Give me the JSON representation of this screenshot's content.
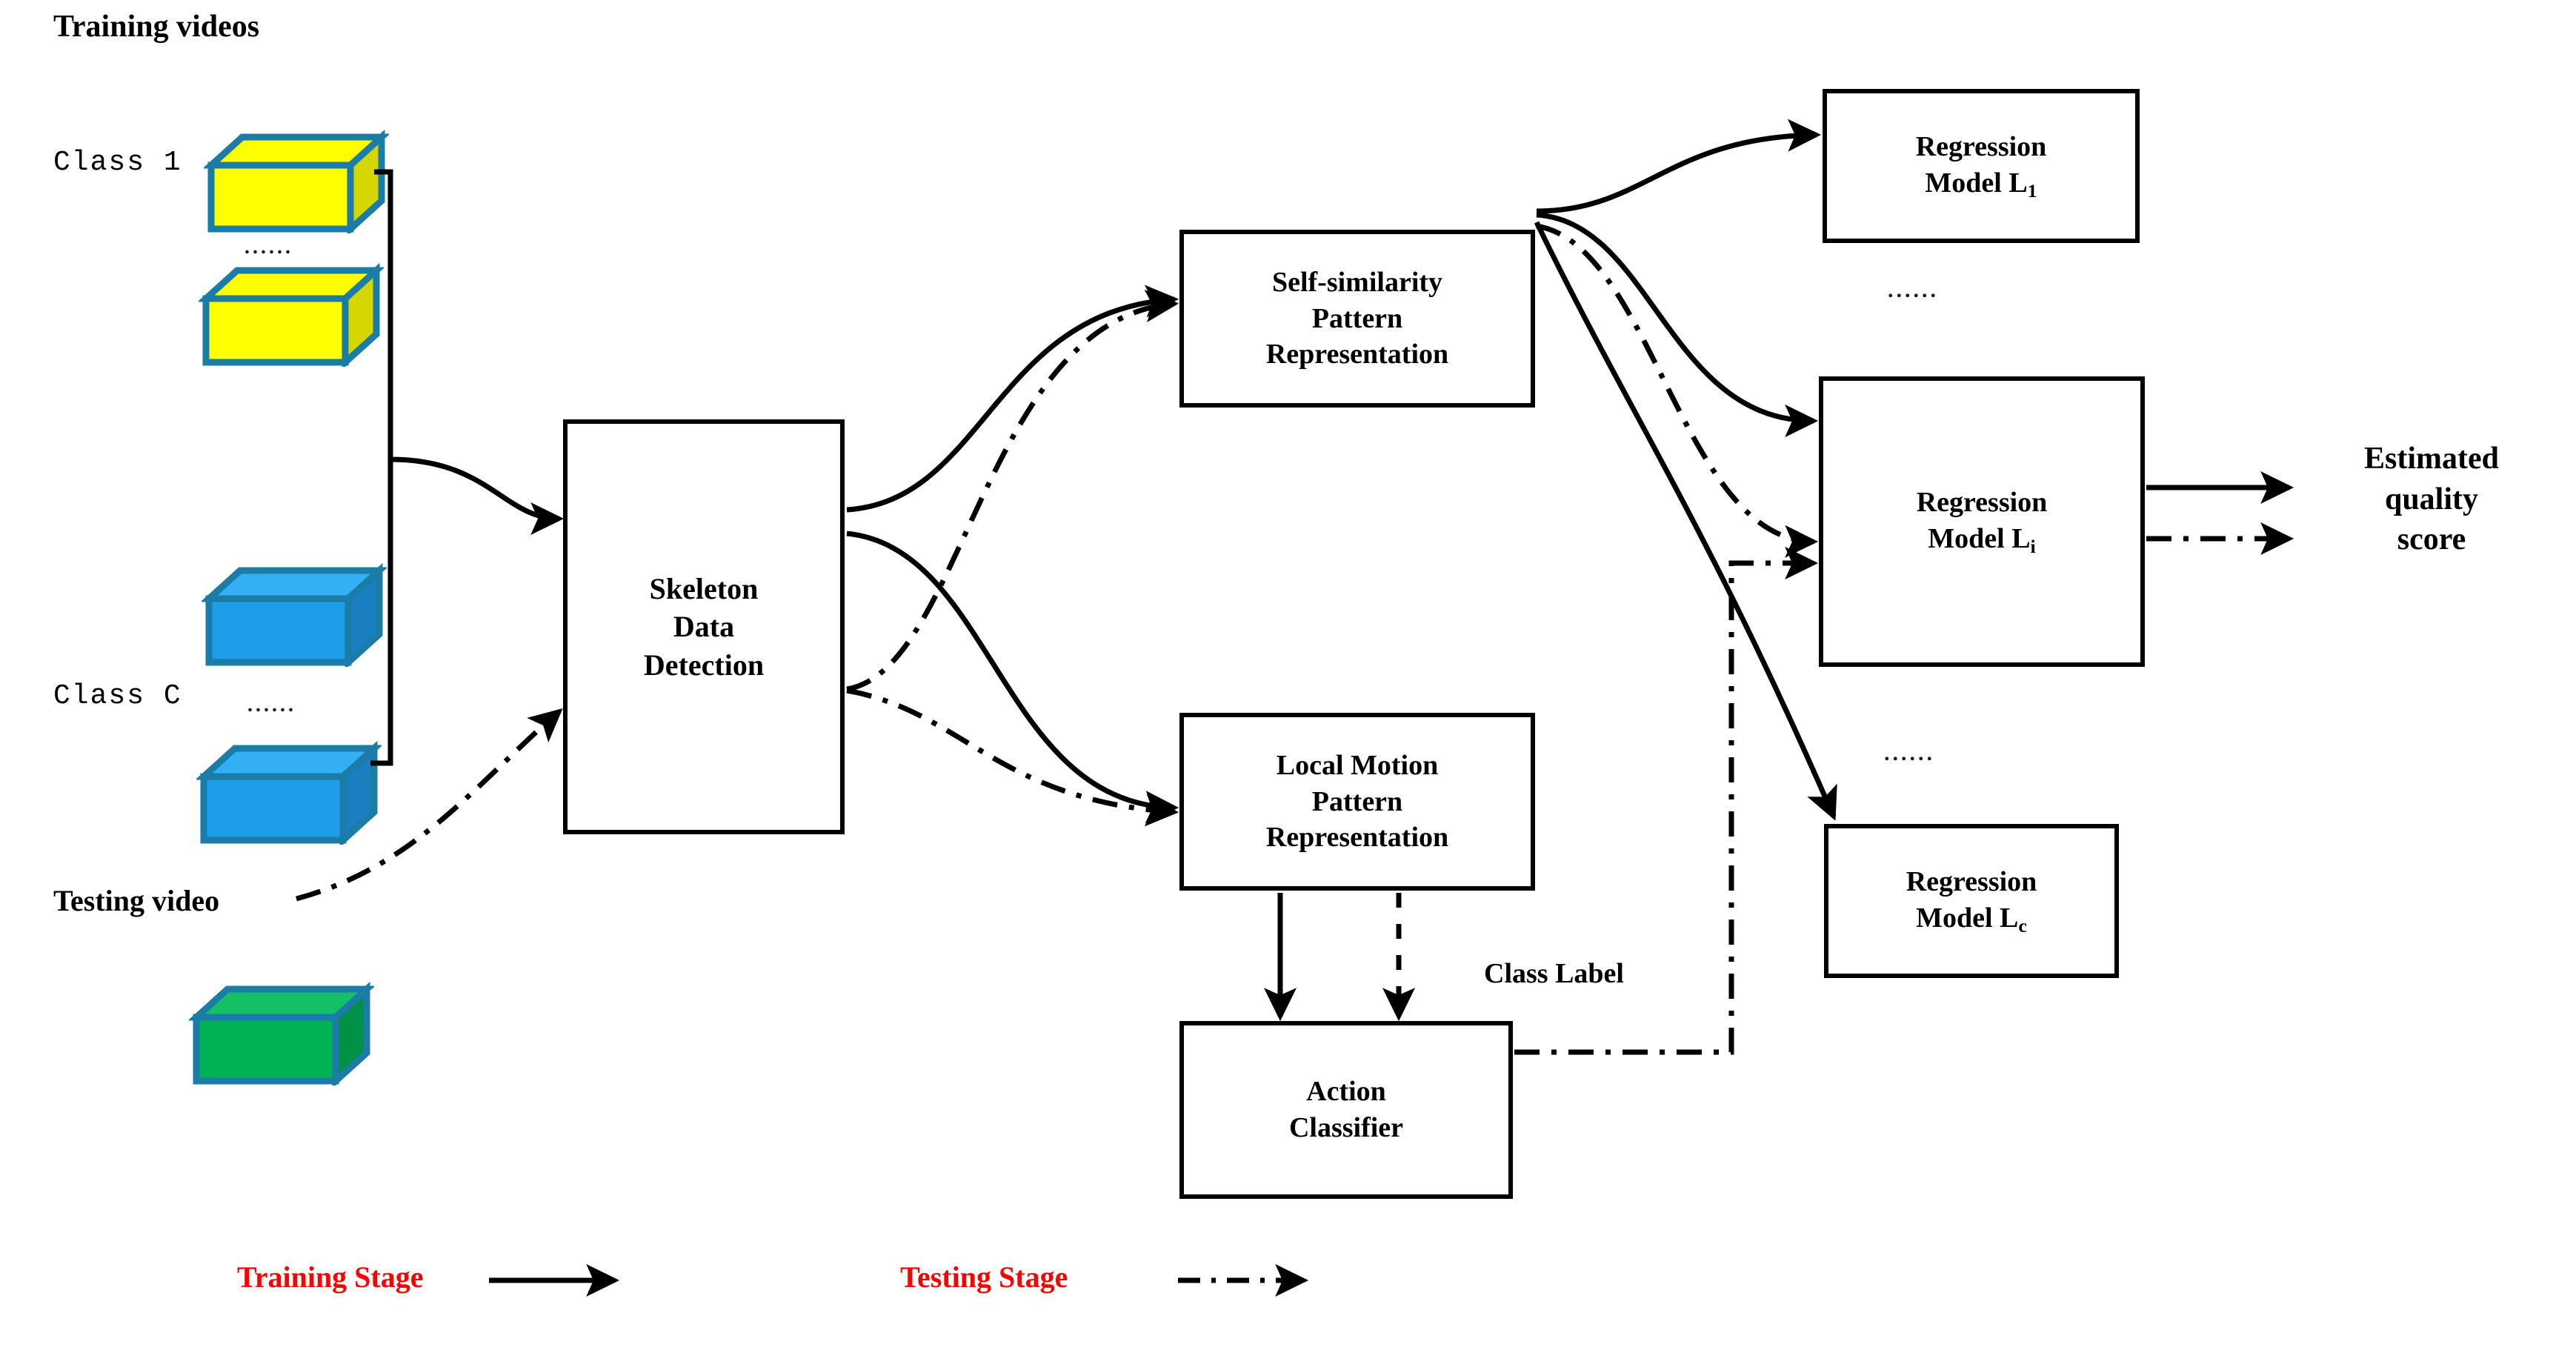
{
  "diagram": {
    "title_training": "Training videos",
    "title_testing": "Testing video",
    "class_first": "Class 1",
    "class_last": "Class C",
    "ellipsis": "......",
    "blocks": {
      "skeleton": "Skeleton\nData\nDetection",
      "skeleton_lines": [
        "Skeleton",
        "Data",
        "Detection"
      ],
      "self_sim_lines": [
        "Self-similarity",
        "Pattern",
        "Representation"
      ],
      "local_motion_lines": [
        "Local Motion",
        "Pattern",
        "Representation"
      ],
      "action_classifier_lines": [
        "Action",
        "Classifier"
      ],
      "reg_first_lines": [
        "Regression",
        "Model L"
      ],
      "reg_first_sub": "1",
      "reg_mid_lines": [
        "Regression",
        "Model L"
      ],
      "reg_mid_sub": "i",
      "reg_last_lines": [
        "Regression",
        "Model L"
      ],
      "reg_last_sub": "c"
    },
    "edge_labels": {
      "class_label": "Class Label"
    },
    "output": {
      "line1": "Estimated",
      "line2": "quality",
      "line3": "score"
    },
    "legend": {
      "training": "Training Stage",
      "testing": "Testing Stage"
    },
    "colors": {
      "cube_yellow": "#ffff00",
      "cube_yellow_side": "#d6d600",
      "cube_blue": "#1e9ee8",
      "cube_blue_side": "#1a7fc0",
      "cube_blue_top": "#33b0f5",
      "cube_green": "#00b254",
      "cube_green_side": "#029046",
      "cube_green_top": "#13c066",
      "cube_border": "#1b7ca8",
      "stroke": "#000000",
      "legend_red": "#ff0000"
    }
  }
}
